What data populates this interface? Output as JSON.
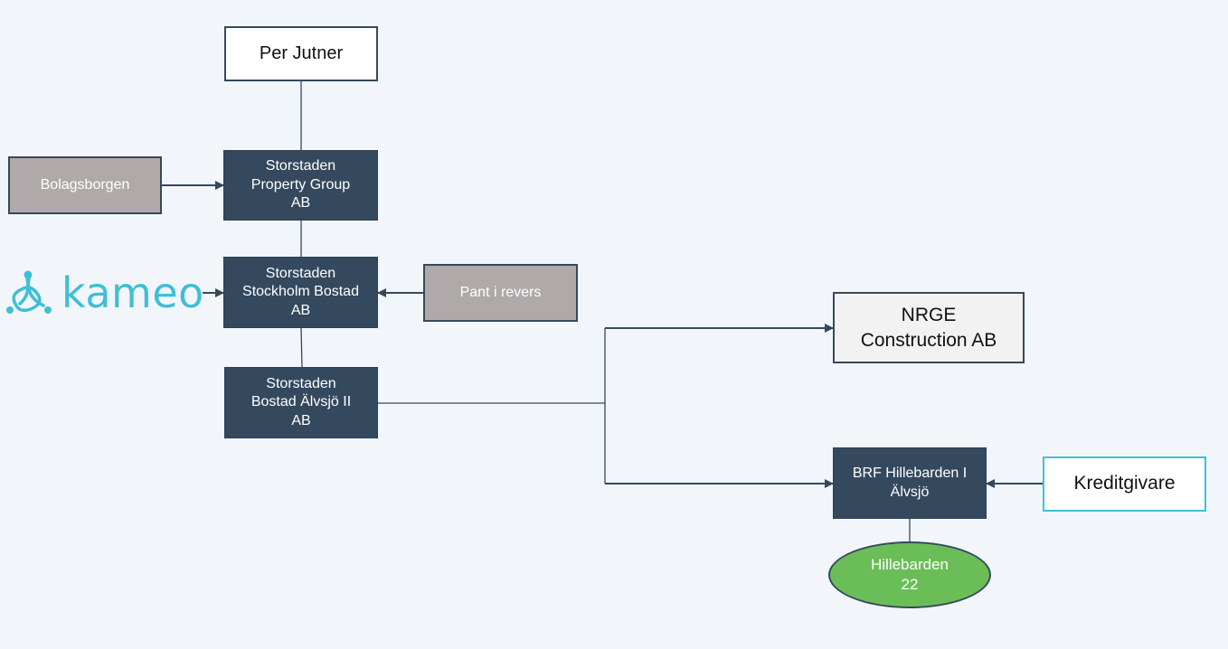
{
  "nodes": {
    "per_jutner": "Per Jutner",
    "bolagsborgen": "Bolagsborgen",
    "property_group": "Storstaden\nProperty Group\nAB",
    "stockholm_bostad": "Storstaden\nStockholm Bostad\nAB",
    "pant_i_revers": "Pant i revers",
    "bostad_alvsjo": "Storstaden\nBostad Älvsjö II\nAB",
    "nrge": "NRGE\nConstruction AB",
    "brf": "BRF Hillebarden I\nÄlvsjö",
    "kreditgivare": "Kreditgivare",
    "hillebarden": "Hillebarden\n22"
  },
  "logo": {
    "text": "kameo",
    "icon": "kameo-logo-icon",
    "color": "#3fbfd5"
  },
  "colors": {
    "background": "#f2f6fb",
    "dark_box": "#34495e",
    "grey_box": "#afaaa9",
    "ellipse": "#6bbd57",
    "cyan_border": "#3fc0d6",
    "connector": "#34495e"
  }
}
